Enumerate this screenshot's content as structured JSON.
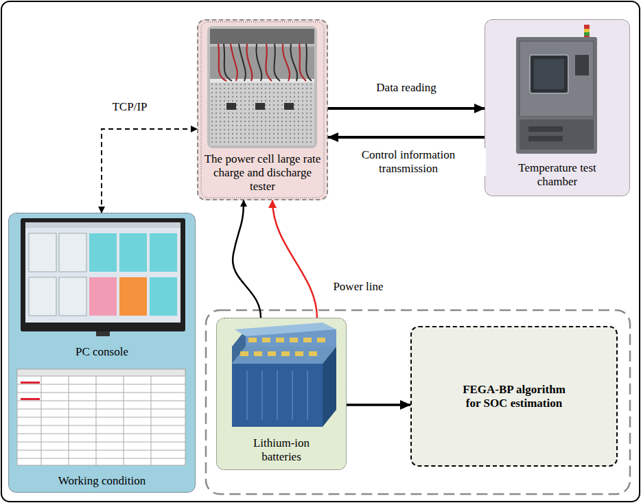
{
  "diagram": {
    "nodes": [
      {
        "text": [
          "The power cell large rate charge and discharge tester"
        ]
      },
      {
        "text": [
          "Temperature test chamber"
        ]
      },
      {
        "text": [
          "PC console",
          "Working condition"
        ]
      },
      {
        "text": [
          "Lithium-ion batteries"
        ]
      },
      {
        "text": [
          "FEGA-BP algorithm for SOC estimation"
        ]
      }
    ],
    "edges": [
      {
        "from": 0,
        "to": 1,
        "label": "Data reading",
        "arrow": "to"
      },
      {
        "from": 1,
        "to": 0,
        "label": "Control information transmission",
        "arrow": "to"
      },
      {
        "from": 2,
        "to": 0,
        "label": "TCP/IP",
        "arrow": "both"
      },
      {
        "from": 3,
        "to": 0,
        "arrow": "to"
      },
      {
        "from": 3,
        "to": 0,
        "arrow": "to"
      },
      {
        "from": 3,
        "to": 4,
        "arrow": "to"
      }
    ],
    "labels": [
      "Power line"
    ]
  }
}
